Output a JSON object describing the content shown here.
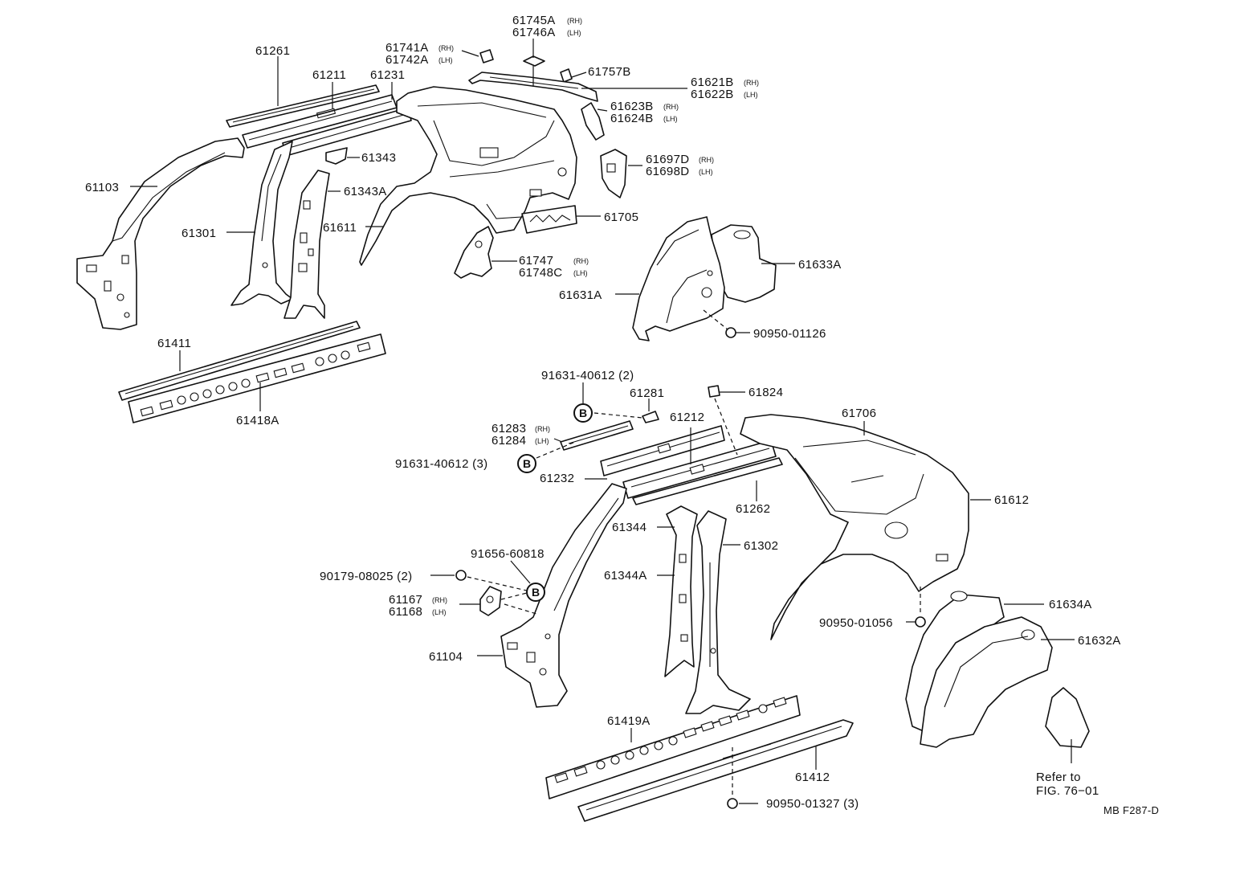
{
  "diagram_id": "MB F287-D",
  "parts": {
    "p61261": "61261",
    "p61211": "61211",
    "p61231": "61231",
    "p61741a": "61741A",
    "p61742a": "61742A",
    "p61745a": "61745A",
    "p61746a": "61746A",
    "p61757b": "61757B",
    "p61621b": "61621B",
    "p61622b": "61622B",
    "p61623b": "61623B",
    "p61624b": "61624B",
    "p61697d": "61697D",
    "p61698d": "61698D",
    "p61103": "61103",
    "p61343": "61343",
    "p61343a": "61343A",
    "p61301": "61301",
    "p61611": "61611",
    "p61705": "61705",
    "p61747": "61747",
    "p61748c": "61748C",
    "p61633a": "61633A",
    "p61631a": "61631A",
    "p9095001126": "90950-01126",
    "p61411": "61411",
    "p61418a": "61418A",
    "p9163140612_2": "91631-40612 (2)",
    "p61281": "61281",
    "p61824": "61824",
    "p61283": "61283",
    "p61284": "61284",
    "p61212": "61212",
    "p61706": "61706",
    "p9163140612_3": "91631-40612 (3)",
    "p61232": "61232",
    "p61262": "61262",
    "p61612": "61612",
    "p61344": "61344",
    "p61302": "61302",
    "p61344a": "61344A",
    "p9165660818": "91656-60818",
    "p9017908025": "90179-08025 (2)",
    "p61167": "61167",
    "p61168": "61168",
    "p9095001056": "90950-01056",
    "p61634a": "61634A",
    "p61632a": "61632A",
    "p61104": "61104",
    "p61419a": "61419A",
    "p61412": "61412",
    "p9095001327": "90950-01327 (3)"
  },
  "sides": {
    "rh": "(RH)",
    "lh": "(LH)"
  },
  "badge": "B",
  "reference": {
    "line1": "Refer to",
    "line2": "FIG. 76−01"
  }
}
